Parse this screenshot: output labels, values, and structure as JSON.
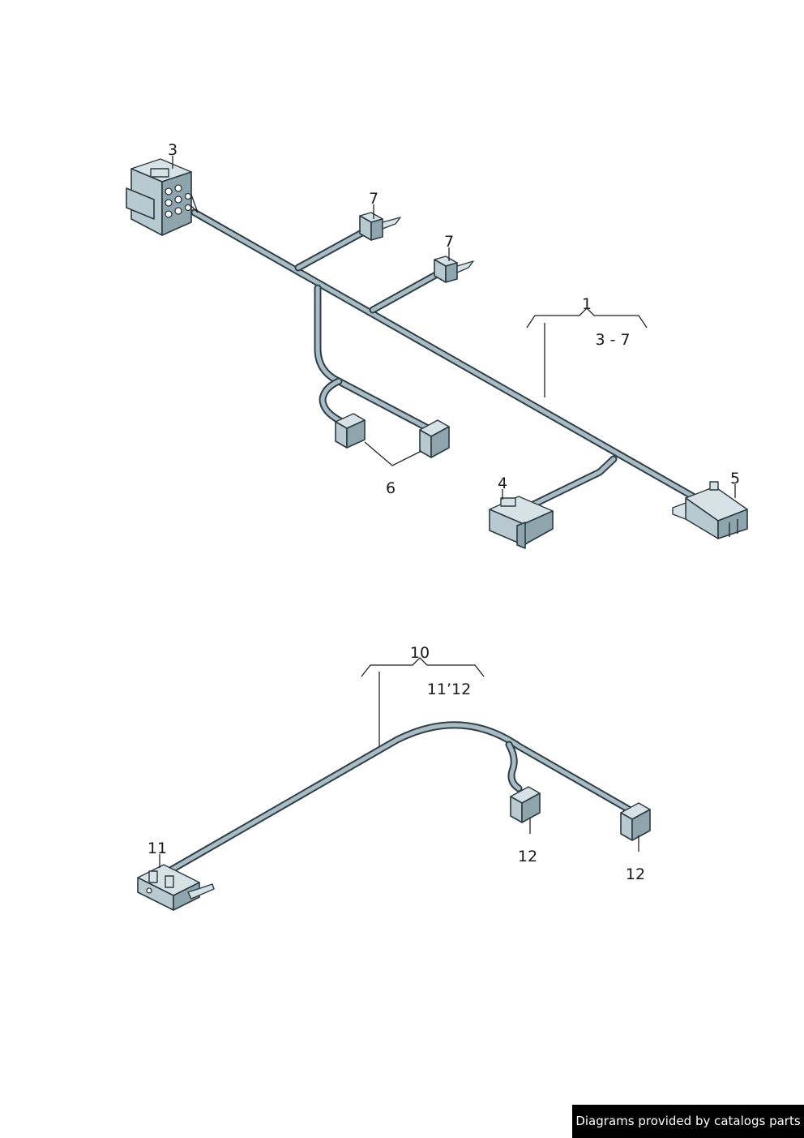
{
  "labels": {
    "part_1": "1",
    "range_1": "3 - 7",
    "part_3": "3",
    "part_4": "4",
    "part_5": "5",
    "part_6": "6",
    "part_7a": "7",
    "part_7b": "7",
    "part_10": "10",
    "range_10": "11’12",
    "part_11": "11",
    "part_12a": "12",
    "part_12b": "12"
  },
  "footer": {
    "credit": "Diagrams provided by catalogs parts"
  },
  "colors": {
    "wire_outline": "#2e3f47",
    "wire_fill": "#a9bcc4",
    "connector_fill": "#b8c9d0",
    "footer_bg": "#000000"
  }
}
